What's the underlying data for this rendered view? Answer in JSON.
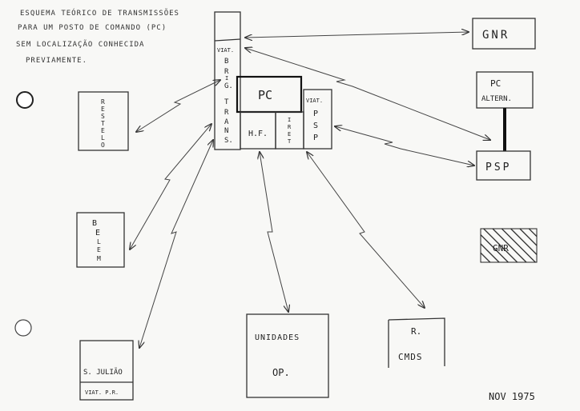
{
  "title_lines": [
    "ESQUEMA TEÓRICO DE TRANSMISSÕES",
    "PARA UM POSTO DE COMANDO (PC)",
    "SEM LOCALIZAÇÃO CONHECIDA",
    "PREVIAMENTE."
  ],
  "nodes": {
    "viat_brig_trans": {
      "l1": "VIAT.",
      "l2": "B",
      "l3": "R",
      "l4": "I",
      "l5": "G.",
      "l6": "T",
      "l7": "R",
      "l8": "A",
      "l9": "N",
      "l10": "S."
    },
    "pc": "PC",
    "hf": "H.F.",
    "iret": {
      "l1": "I",
      "l2": "R",
      "l3": "E",
      "l4": "T"
    },
    "viat_psp": {
      "l1": "VIAT.",
      "l2": "P",
      "l3": "S",
      "l4": "P"
    },
    "restelo": {
      "l1": "R",
      "l2": "E",
      "l3": "S",
      "l4": "T",
      "l5": "E",
      "l6": "L",
      "l7": "O"
    },
    "belem": {
      "l1": "B",
      "l2": "E",
      "l3": "L",
      "l4": "E",
      "l5": "M"
    },
    "s_juliao": "S. JULIÃO",
    "viat_pr": "VIAT. P.R.",
    "gnr": "GNR",
    "pc_altern": {
      "l1": "PC",
      "l2": "ALTERN."
    },
    "psp": "PSP",
    "gnr_hatched": "GNR",
    "unidades_op": {
      "l1": "UNIDADES",
      "l2": "OP."
    },
    "r_cmds": {
      "l1": "R.",
      "l2": "CMDS"
    }
  },
  "date": "NOV 1975"
}
